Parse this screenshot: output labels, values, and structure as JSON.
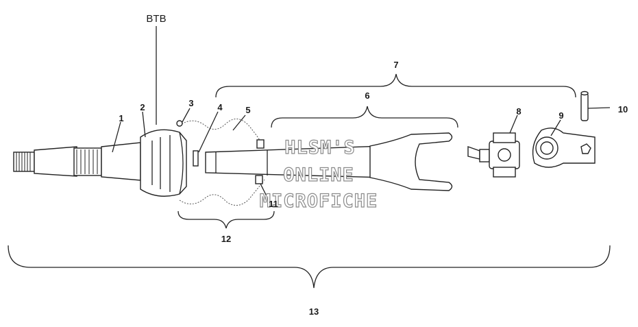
{
  "header_label": "BTB",
  "callouts": [
    "1",
    "2",
    "3",
    "4",
    "5",
    "6",
    "7",
    "8",
    "9",
    "10",
    "11",
    "12",
    "13"
  ],
  "watermark": [
    "HLSM'S",
    "ONLINE",
    "MICROFICHE"
  ]
}
